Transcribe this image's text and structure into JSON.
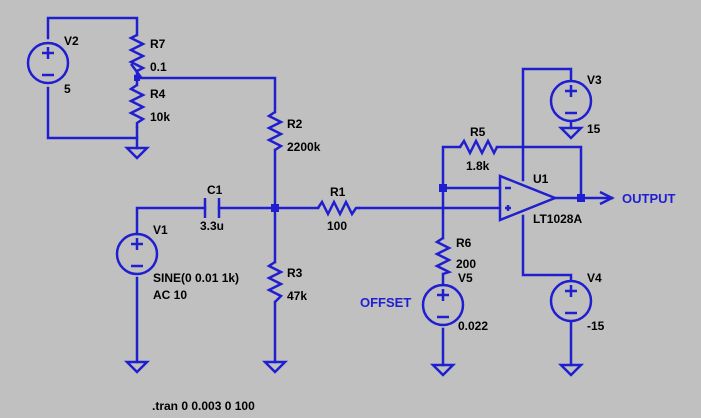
{
  "colors": {
    "background": "#c0c0c0",
    "wire": "#1f1fcf",
    "text": "#000000",
    "net_label": "#1f1fcf"
  },
  "schematic": {
    "components": {
      "V2": {
        "name": "V2",
        "value": "5"
      },
      "R7": {
        "name": "R7",
        "value": "0.1"
      },
      "R4": {
        "name": "R4",
        "value": "10k"
      },
      "R2": {
        "name": "R2",
        "value": "2200k"
      },
      "C1": {
        "name": "C1",
        "value": "3.3u"
      },
      "V1": {
        "name": "V1",
        "value": "SINE(0 0.01 1k)",
        "ac": "AC 10"
      },
      "R1": {
        "name": "R1",
        "value": "100"
      },
      "R3": {
        "name": "R3",
        "value": "47k"
      },
      "R5": {
        "name": "R5",
        "value": "1.8k"
      },
      "R6": {
        "name": "R6",
        "value": "200"
      },
      "V5": {
        "name": "V5",
        "value": "0.022"
      },
      "U1": {
        "name": "U1",
        "value": "LT1028A"
      },
      "V3": {
        "name": "V3",
        "value": "15"
      },
      "V4": {
        "name": "V4",
        "value": "-15"
      }
    },
    "net_labels": {
      "output": "OUTPUT",
      "offset": "OFFSET"
    },
    "directive": ".tran 0 0.003 0 100"
  }
}
